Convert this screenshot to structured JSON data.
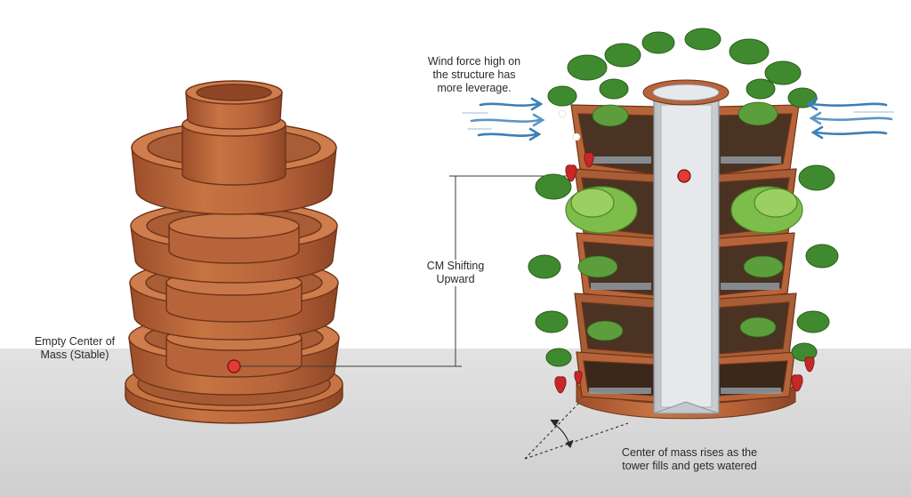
{
  "labels": {
    "empty_cm": "Empty Center of Mass (Stable)",
    "cm_shift": "CM Shifting Upward",
    "wind": "Wind force high on the structure has more leverage.",
    "rise": "Center of mass rises as the tower fills and gets watered"
  },
  "colors": {
    "terracotta": "#b8643a",
    "terracotta_dark": "#8e4626",
    "terracotta_light": "#cc7b4e",
    "soil": "#4a3322",
    "foliage": "#3f8a2e",
    "foliage_light": "#7dbd4a",
    "strawberry": "#c62828",
    "pipe": "#d9dde2",
    "wind_arrow": "#3b7fb8",
    "cm_marker": "#e53935",
    "ground": "#d9d9d9"
  },
  "icons": [
    "wind-arrow-icon",
    "center-of-mass-marker-icon",
    "strawberry-icon",
    "angle-arc-icon"
  ]
}
